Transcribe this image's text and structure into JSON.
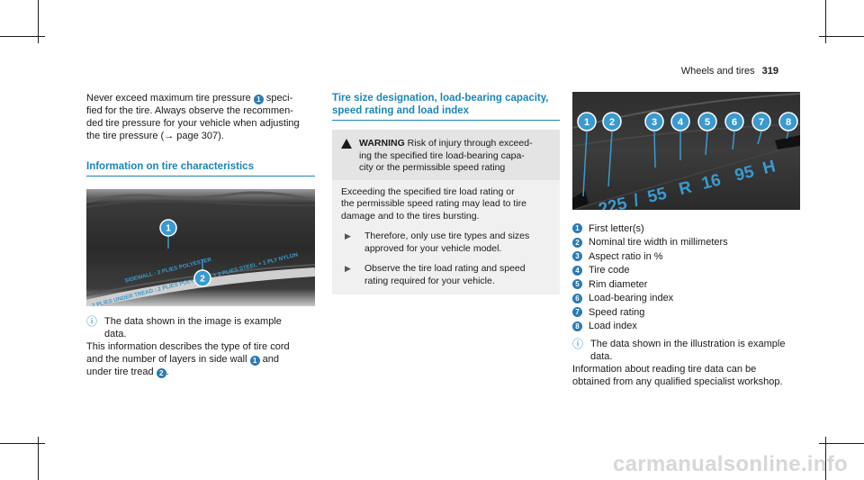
{
  "header": {
    "section": "Wheels and tires",
    "page_number": "319"
  },
  "left": {
    "para1_line1_pre": "Never exceed maximum tire pressure",
    "para1_badge": "1",
    "para1_line1_post": "speci-",
    "para1_rest": [
      "fied for the tire. Always observe the recommen-",
      "ded tire pressure for your vehicle when adjusting",
      "the tire pressure (→ page 307)."
    ],
    "heading": "Information on tire characteristics",
    "image": {
      "badge1": "1",
      "badge2": "2",
      "sidewall_line1": "SIDEWALL : 2 PLIES POLYESTER",
      "sidewall_line2": "2 PLIES UNDER TREAD : 2 PLIES POLYESTER + 2 PLIES STEEL + 1 PLY NYLON"
    },
    "note_icon": "info-icon",
    "note_lines": [
      "The data shown in the image is example",
      "data."
    ],
    "para2_lines": [
      "This information describes the type of tire cord",
      "and the number of layers in side wall"
    ],
    "para2_badge1": "1",
    "para2_and": "and",
    "para2_line3_pre": "under tire tread",
    "para2_badge2": "2",
    "para2_end": "."
  },
  "middle": {
    "heading_lines": [
      "Tire size designation, load-bearing capacity,",
      "speed rating and load index"
    ],
    "warning": {
      "title": "WARNING",
      "first_line": "Risk of injury through exceed-",
      "head_lines": [
        "ing the specified tire load-bearing capa-",
        "city or the permissible speed rating"
      ],
      "body_lines": [
        "Exceeding the specified tire load rating or",
        "the permissible speed rating may lead to tire",
        "damage and to the tires bursting."
      ],
      "bullets": [
        [
          "Therefore, only use tire types and sizes",
          "approved for your vehicle model."
        ],
        [
          "Observe the tire load rating and speed",
          "rating required for your vehicle."
        ]
      ]
    }
  },
  "right": {
    "image": {
      "badges": [
        "1",
        "2",
        "3",
        "4",
        "5",
        "6",
        "7",
        "8"
      ],
      "tire_text": [
        "225",
        "/",
        "55",
        "R",
        "16",
        "95",
        "H"
      ]
    },
    "legend": [
      {
        "n": "1",
        "label": "First letter(s)"
      },
      {
        "n": "2",
        "label": "Nominal tire width in millimeters"
      },
      {
        "n": "3",
        "label": "Aspect ratio in %"
      },
      {
        "n": "4",
        "label": "Tire code"
      },
      {
        "n": "5",
        "label": "Rim diameter"
      },
      {
        "n": "6",
        "label": "Load-bearing index"
      },
      {
        "n": "7",
        "label": "Speed rating"
      },
      {
        "n": "8",
        "label": "Load index"
      }
    ],
    "note_lines": [
      "The data shown in the illustration is example",
      "data."
    ],
    "para_lines": [
      "Information about reading tire data can be",
      "obtained from any qualified specialist workshop."
    ]
  },
  "watermark": "carmanualsonline.info",
  "colors": {
    "accent": "#1b86b8",
    "badge": "#2a7ab5",
    "tire_text": "#3a9ad0"
  }
}
